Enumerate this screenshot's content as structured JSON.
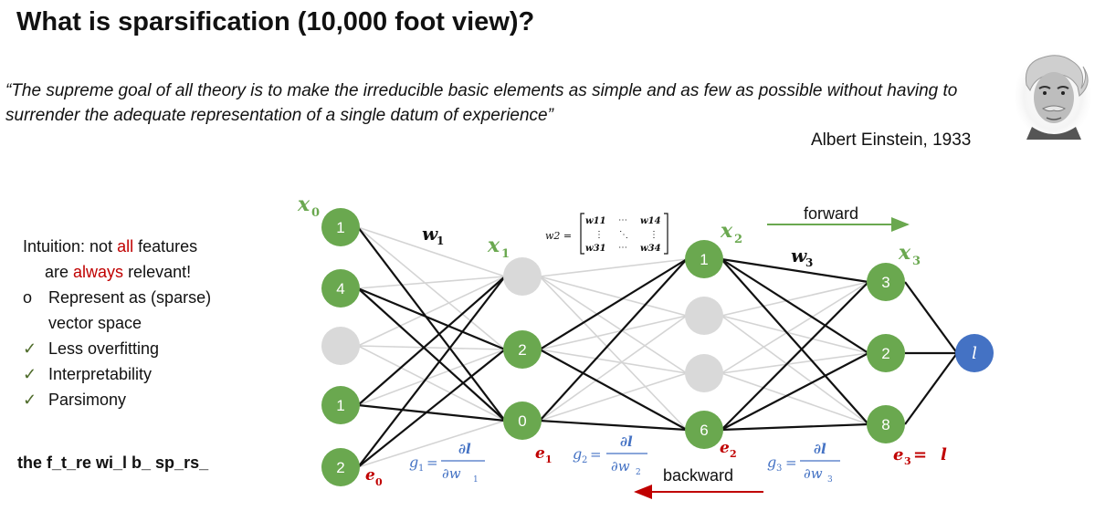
{
  "slide": {
    "title": "What is sparsification (10,000 foot view)?",
    "quote": "“The supreme goal of all theory is to make the irreducible basic elements as simple and as few as possible without having to surrender the adequate representation of a single datum of experience”",
    "attribution": "Albert Einstein, 1933"
  },
  "intuition": {
    "line1_prefix": "Intuition: not ",
    "line1_highlight": "all",
    "line1_suffix": " features",
    "line2_prefix": "are ",
    "line2_highlight": "always",
    "line2_suffix": " relevant!",
    "bullets": [
      {
        "mark": "o",
        "text": "Represent as (sparse)",
        "text2": "vector space"
      },
      {
        "mark": "✓",
        "text": "Less overfitting"
      },
      {
        "mark": "✓",
        "text": "Interpretability"
      },
      {
        "mark": "✓",
        "text": "Parsimony"
      }
    ],
    "fill_in": "the f_t_re wi_l b_ sp_rs_"
  },
  "network": {
    "layers": [
      {
        "name": "x0",
        "nodes": [
          "1",
          "4",
          "",
          "1",
          "2"
        ],
        "error": "e0"
      },
      {
        "name": "x1",
        "nodes": [
          "",
          "2",
          "0"
        ],
        "error": "e1"
      },
      {
        "name": "x2",
        "nodes": [
          "1",
          "",
          "",
          "6"
        ],
        "error": "e2"
      },
      {
        "name": "x3",
        "nodes": [
          "3",
          "2",
          "8"
        ],
        "error": "e3 = l"
      }
    ],
    "output": "l",
    "weights": [
      "w1",
      "w3"
    ],
    "w2_matrix": {
      "label": "w2 =",
      "top_left": "w11",
      "top_right": "w14",
      "bottom_left": "w31",
      "bottom_right": "w34"
    },
    "gradients": [
      {
        "name": "g1",
        "num": "∂l",
        "den": "∂w1"
      },
      {
        "name": "g2",
        "num": "∂l",
        "den": "∂w2"
      },
      {
        "name": "g3",
        "num": "∂l",
        "den": "∂w3"
      }
    ],
    "forward_label": "forward",
    "backward_label": "backward"
  },
  "colors": {
    "node_active": "#6aa84f",
    "node_pruned": "#d9d9d9",
    "output_node": "#4472c4",
    "layer_label": "#6aa84f",
    "error_label": "#c00000",
    "gradient_label": "#4472c4",
    "forward_arrow": "#6aa84f",
    "backward_arrow": "#c00000",
    "highlight_text": "#c00000"
  },
  "icons": {
    "portrait": "einstein-portrait-icon"
  }
}
